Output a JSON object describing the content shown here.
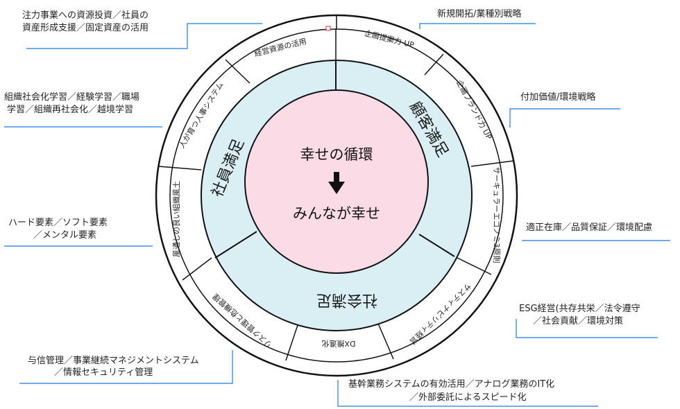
{
  "center": {
    "line1": "幸せの循環",
    "line2": "みんなが幸せ"
  },
  "ring_labels": {
    "left": "社員満足",
    "right": "顧客満足",
    "bottom": "社会満足"
  },
  "segments": [
    "経営資源の活用",
    "企画提案力 UP",
    "企画ブランド力 UP",
    "サーキュラーエコノミ3原則",
    "サスティナビリティ経営",
    "DX推進化",
    "リスク管理と危機管理",
    "風通しの良い組織風土",
    "人が育つ人事システム"
  ],
  "notes": {
    "top_left": [
      "注力事業への資源投資／社員の",
      "資産形成支援／固定資産の活用"
    ],
    "top_right": [
      "新規開拓/業種別戦略"
    ],
    "right_1": [
      "付加価値/環境戦略"
    ],
    "right_2": [
      "適正在庫／品質保証／環境配慮"
    ],
    "right_3": [
      "ESG経営(共存共栄／法令遵守",
      "／社会貢献／環境対策"
    ],
    "bottom_right": [
      "基幹業務システムの有効活用／アナログ業務のIT化",
      "／外部委託によるスピード化"
    ],
    "bottom_left": [
      "与信管理／事業継続マネジメントシステム",
      "／情報セキュリティ管理"
    ],
    "left_2": [
      "ハード要素／ソフト要素",
      "／メンタル要素"
    ],
    "left_1": [
      "組織社会化学習／経験学習／職場",
      "学習／組織再社会化／越境学習"
    ]
  },
  "colors": {
    "outer_ring": "#ffffff",
    "middle_ring": "#d9eff4",
    "center": "#fadbe6",
    "leader": "#1f7ae0"
  }
}
